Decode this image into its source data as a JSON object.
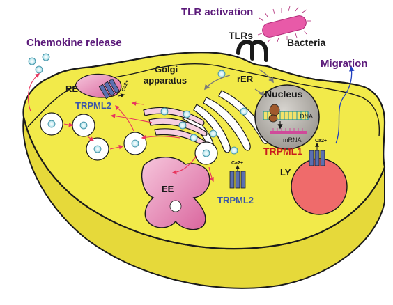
{
  "labels": {
    "tlr_activation": "TLR activation",
    "chemokine_release": "Chemokine release",
    "migration": "Migration",
    "tlrs": "TLRs",
    "bacteria": "Bacteria",
    "golgi": "Golgi",
    "apparatus": "apparatus",
    "rer": "rER",
    "re": "RE",
    "nucleus": "Nucleus",
    "dna": "DNA",
    "mrna": "mRNA",
    "trpml1": "TRPML1",
    "trpml2_top": "TRPML2",
    "trpml2_bottom": "TRPML2",
    "ee": "EE",
    "ly": "LY",
    "ca_re": "Ca2+",
    "ca_ee": "Ca2+",
    "ca_ly": "Ca2+"
  },
  "colors": {
    "cell_fill": "#f2ea4a",
    "cell_stroke": "#1a1a1a",
    "arrow_red": "#e8365e",
    "arrow_blue": "#1f3fbf",
    "endosome_pink": "#e58fb8",
    "lysosome_red": "#ef6b6b",
    "channel_blue": "#5a6fb0",
    "nucleus_gray": "#b7b3ad",
    "label_purple": "#5b1a7a",
    "trpml1_red": "#c81e1e",
    "trpml2_blue": "#3a56a8",
    "bacteria_pink": "#e85aa8"
  }
}
